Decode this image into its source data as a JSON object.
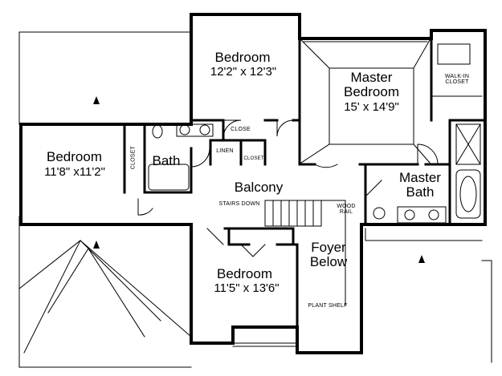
{
  "rooms": {
    "bedroom_top": {
      "name": "Bedroom",
      "size": "12'2\" x 12'3\""
    },
    "master_bedroom": {
      "name": "Master Bedroom",
      "size": "15' x 14'9\""
    },
    "bedroom_left": {
      "name": "Bedroom",
      "size": "11'8\" x11'2\""
    },
    "bath": {
      "name": "Bath"
    },
    "balcony": {
      "name": "Balcony"
    },
    "master_bath": {
      "name": "Master Bath"
    },
    "foyer": {
      "name": "Foyer Below"
    },
    "bedroom_bottom": {
      "name": "Bedroom",
      "size": "11'5\" x 13'6\""
    }
  },
  "small_labels": {
    "walk_in_closet": "WALK-IN CLOSET",
    "close": "CLOSE",
    "linen": "LINEN",
    "closet_small": "CLOSET",
    "closet_vertical": "CLOSET",
    "stairs_down": "STAIRS DOWN",
    "wood_rail": "WOOD RAIL",
    "plant_shelf": "PLANT SHELF"
  },
  "colors": {
    "wall": "#000000",
    "background": "#ffffff"
  }
}
